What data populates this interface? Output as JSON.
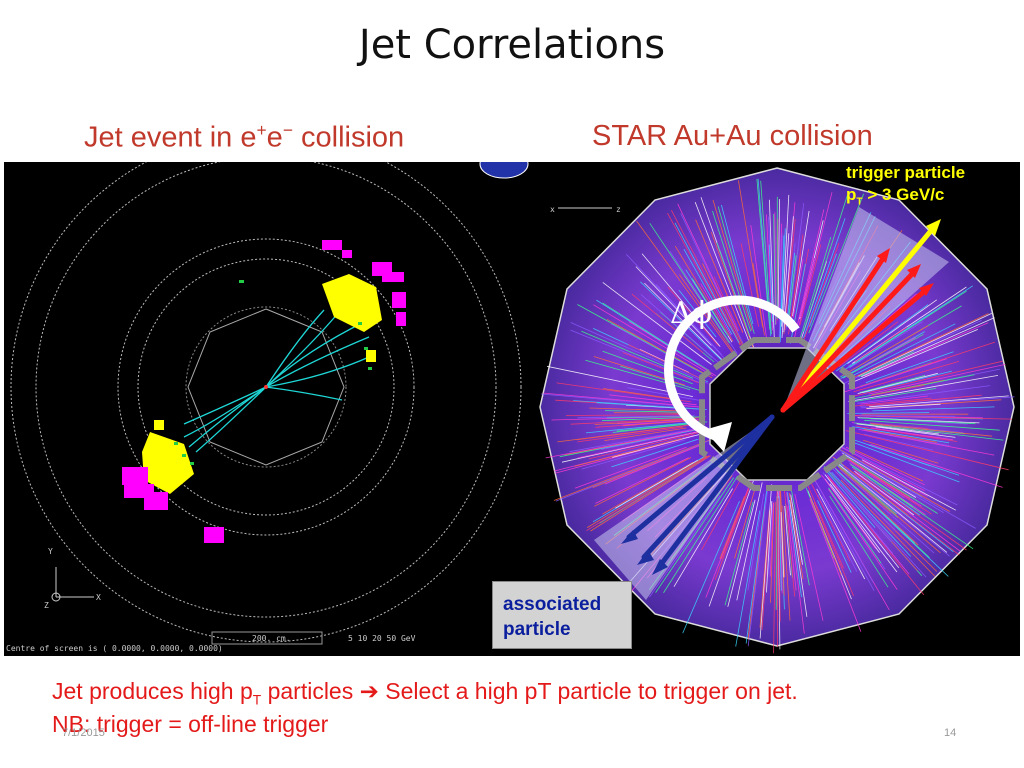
{
  "slide": {
    "title": "Jet Correlations",
    "subtitle_left": {
      "text_a": "Jet event in e",
      "sup1": "+",
      "text_b": "e",
      "sup2": "−",
      "text_c": " collision"
    },
    "subtitle_right": "STAR Au+Au collision"
  },
  "left_panel": {
    "screen_centre": "Centre of screen is (   0.0000,   0.0000,   0.0000)",
    "scale_box": "200. cm.",
    "scale_label": "5 10  20   50 GeV",
    "axis_y": "Y",
    "axis_x": "X",
    "axis_z": "Z"
  },
  "right_panel": {
    "trigger_line1": "trigger particle",
    "trigger_p": "p",
    "trigger_sub": "T",
    "trigger_rest": " > 3 GeV/c",
    "delta_phi": "Δϕ",
    "associated": "associated particle",
    "axis_x": "x",
    "axis_z": "z"
  },
  "caption": {
    "line1_a": "Jet produces high p",
    "line1_sub": "T",
    "line1_b": " particles ",
    "arrow": "➔",
    "line1_c": " Select a high pT particle to trigger on jet.",
    "line2": "NB: trigger = off-line trigger"
  },
  "footer": {
    "date": "7/1/2015",
    "page": "14"
  },
  "colors": {
    "accent_red": "#c0392b",
    "caption_red": "#e41a1a",
    "trigger_yellow": "#ffff00",
    "assoc_blue": "#0b1f9e"
  }
}
